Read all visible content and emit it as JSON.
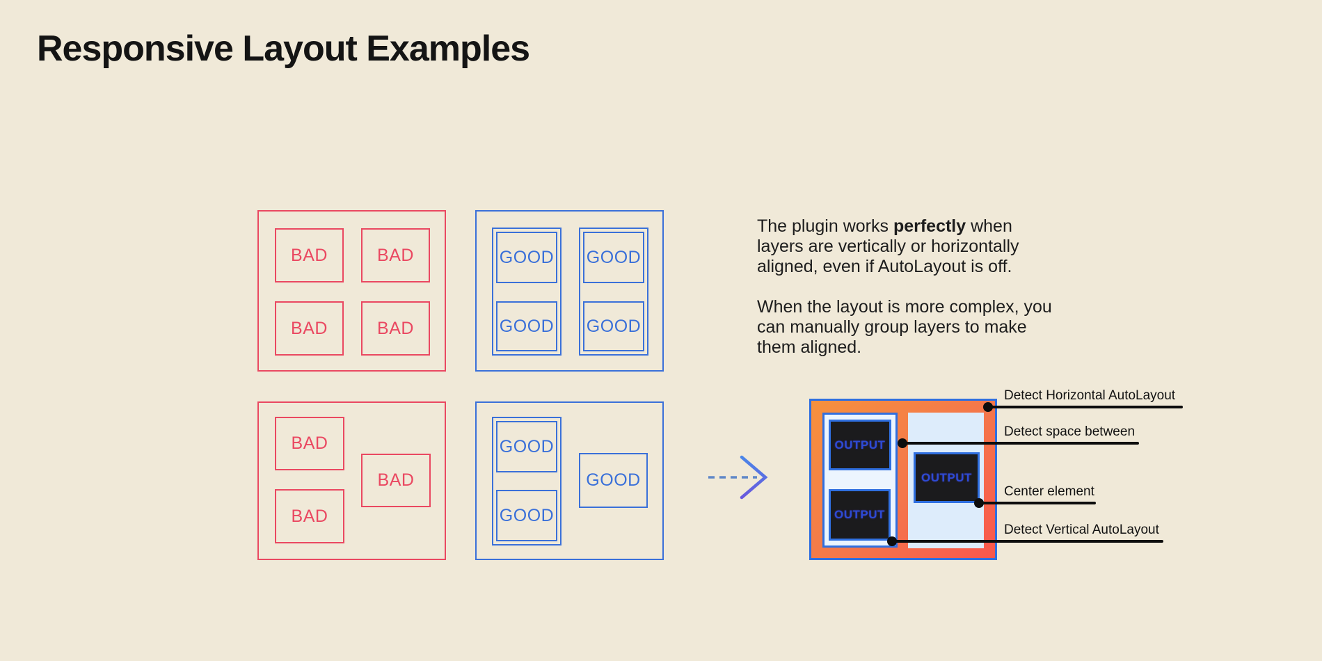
{
  "page": {
    "title": "Responsive Layout Examples",
    "background_color": "#f0e9d8"
  },
  "labels": {
    "bad": "BAD",
    "good": "GOOD",
    "output": "OUTPUT"
  },
  "colors": {
    "bad_red": "#ea4861",
    "good_blue": "#3a70d9",
    "output_border_blue": "#2f6fe0",
    "output_text_blue": "#2d4bd4",
    "output_box_dark": "#1b1b1d",
    "panel_light_blue": "#ddecfb",
    "gradient_orange": "#f6913d",
    "gradient_red": "#f9564c",
    "annotation_black": "#0d0d0d"
  },
  "description": {
    "lines": [
      [
        {
          "t": "The plugin works "
        },
        {
          "t": "perfectly",
          "b": true
        },
        {
          "t": " when"
        }
      ],
      [
        {
          "t": "layers are vertically or horizontally"
        }
      ],
      [
        {
          "t": "aligned, even if AutoLayout is off."
        }
      ],
      [],
      [
        {
          "t": "When the layout is more complex, you"
        }
      ],
      [
        {
          "t": "can manually group layers to make"
        }
      ],
      [
        {
          "t": "them aligned."
        }
      ]
    ]
  },
  "annotations": [
    {
      "label": "Detect Horizontal AutoLayout"
    },
    {
      "label": "Detect space between"
    },
    {
      "label": "Center element"
    },
    {
      "label": "Detect Vertical AutoLayout"
    }
  ]
}
